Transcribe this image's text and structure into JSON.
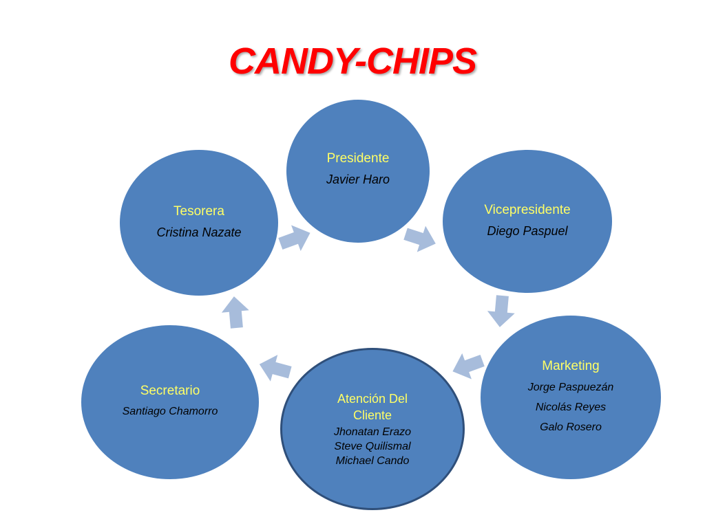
{
  "title": "CANDY-CHIPS",
  "colors": {
    "title": "#ff0000",
    "node_fill": "#4f81bd",
    "role_text": "#ffff66",
    "person_text": "#000000",
    "arrow_fill": "#a7bcdb"
  },
  "nodes": [
    {
      "key": "presidente",
      "role": "Presidente",
      "people": [
        "Javier Haro"
      ]
    },
    {
      "key": "vicepresidente",
      "role": "Vicepresidente",
      "people": [
        "Diego Paspuel"
      ]
    },
    {
      "key": "marketing",
      "role": "Marketing",
      "people": [
        "Jorge Paspuezán",
        "Nicolás Reyes",
        "Galo Rosero"
      ]
    },
    {
      "key": "atencion",
      "role": "Atención Del Cliente",
      "people": [
        "Jhonatan Erazo",
        "Steve Quilismal",
        "Michael Cando"
      ]
    },
    {
      "key": "secretario",
      "role": "Secretario",
      "people": [
        "Santiago Chamorro"
      ]
    },
    {
      "key": "tesorera",
      "role": "Tesorera",
      "people": [
        "Cristina Nazate"
      ]
    }
  ],
  "flow": [
    {
      "from": "tesorera",
      "to": "presidente"
    },
    {
      "from": "presidente",
      "to": "vicepresidente"
    },
    {
      "from": "vicepresidente",
      "to": "marketing"
    },
    {
      "from": "marketing",
      "to": "atencion"
    },
    {
      "from": "atencion",
      "to": "secretario"
    },
    {
      "from": "secretario",
      "to": "tesorera"
    }
  ]
}
